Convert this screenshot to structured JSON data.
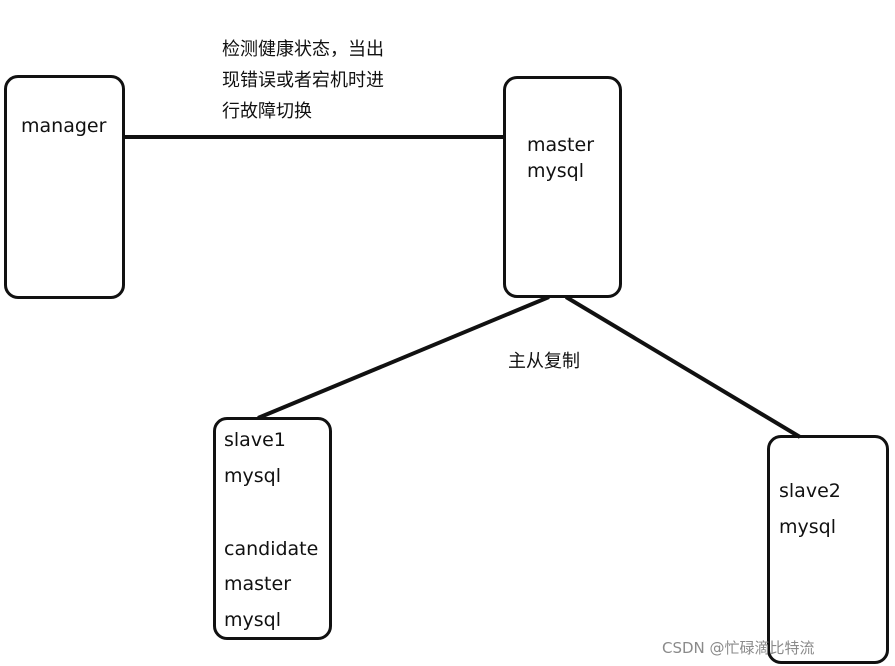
{
  "nodes": {
    "manager": {
      "lines": [
        "manager"
      ]
    },
    "master": {
      "lines": [
        "master",
        "mysql"
      ]
    },
    "slave1": {
      "lines": [
        "slave1",
        "mysql",
        "candidate",
        "master",
        "mysql"
      ]
    },
    "slave2": {
      "lines": [
        "slave2",
        "mysql"
      ]
    }
  },
  "annotations": {
    "health_check": [
      "检测健康状态，当出",
      "现错误或者宕机时进",
      "行故障切换"
    ],
    "replication": "主从复制"
  },
  "watermark": "CSDN @忙碌滴比特流",
  "colors": {
    "stroke": "#111111",
    "watermark": "#8a8a8a"
  }
}
